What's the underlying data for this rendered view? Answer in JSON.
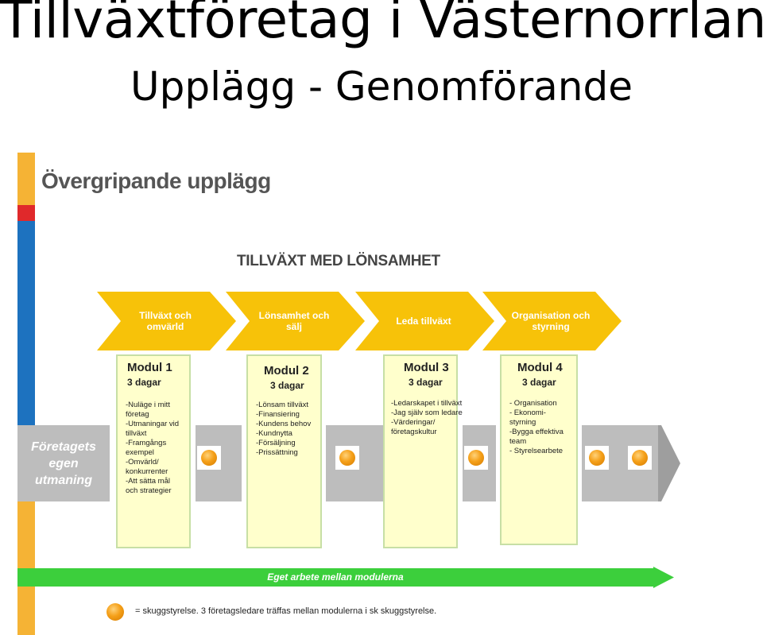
{
  "page": {
    "title": "Tillväxtföretag i Västernorrland",
    "subtitle": "Upplägg - Genomförande"
  },
  "slide": {
    "heading": "Övergripande upplägg",
    "subheading": "TILLVÄXT MED LÖNSAMHET",
    "start_label_lines": [
      "Företagets",
      "egen",
      "utmaning"
    ],
    "chevrons": [
      {
        "lines": [
          "Tillväxt och",
          "omvärld"
        ]
      },
      {
        "lines": [
          "Lönsamhet och sälj"
        ]
      },
      {
        "lines": [
          "Leda tillväxt"
        ]
      },
      {
        "lines": [
          "Organisation och",
          "styrning"
        ]
      }
    ],
    "modules": [
      {
        "title": "Modul 1",
        "days": "3 dagar",
        "items": [
          "-Nuläge i mitt",
          "företag",
          "-Utmaningar vid",
          "tillväxt",
          "-Framgångs",
          "exempel",
          "-Omvärld/",
          "konkurrenter",
          "-Att sätta mål",
          "och strategier"
        ]
      },
      {
        "title": "Modul 2",
        "days": "3 dagar",
        "items": [
          "-Lönsam tillväxt",
          "-Finansiering",
          "-Kundens behov",
          "-Kundnytta",
          "-Försäljning",
          "-Prissättning"
        ]
      },
      {
        "title": "Modul 3",
        "days": "3 dagar",
        "items": [
          "-Ledarskapet i tillväxt",
          "-Jag själv som ledare",
          "-Värderingar/",
          "företagskultur"
        ]
      },
      {
        "title": "Modul 4",
        "days": "3 dagar",
        "items": [
          "- Organisation",
          "- Ekonomi-",
          "styrning",
          "-Bygga effektiva",
          "team",
          "- Styrelsearbete"
        ]
      }
    ],
    "green_bar_label": "Eget arbete mellan modulerna",
    "legend_text": "= skuggstyrelse. 3 företagsledare träffas mellan modulerna i sk skuggstyrelse."
  },
  "colors": {
    "sidebar_orange": "#f5b335",
    "sidebar_red": "#e0292b",
    "sidebar_blue": "#1d72bf",
    "chevron_yellow": "#f7c209",
    "module_fill": "#ffffcc",
    "grey_bar": "#bdbdbd",
    "green_bar": "#3ccf3c",
    "orange_dot": "#f5a019"
  }
}
